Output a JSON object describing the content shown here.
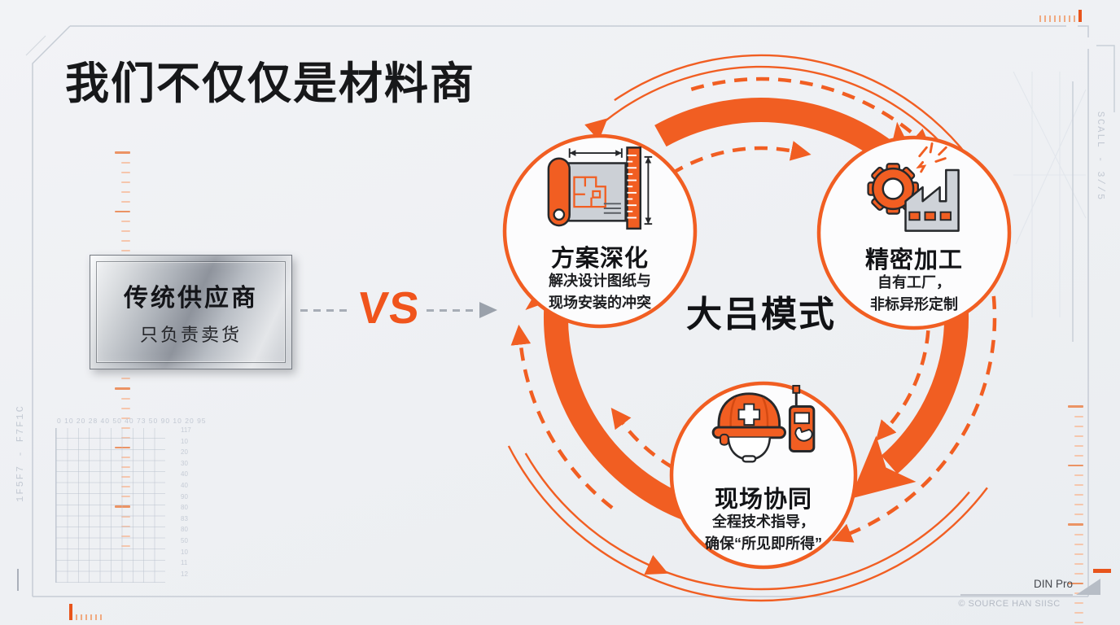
{
  "slide": {
    "title": "我们不仅仅是材料商"
  },
  "comparison": {
    "traditional_title": "传统供应商",
    "traditional_subtitle": "只负责卖货",
    "vs_label": "VS"
  },
  "cycle": {
    "center_label": "大吕模式",
    "nodes": [
      {
        "icon": "blueprint-ruler-icon",
        "title": "方案深化",
        "desc1": "解决设计图纸与",
        "desc2": "现场安装的冲突"
      },
      {
        "icon": "gear-factory-icon",
        "title": "精密加工",
        "desc1": "自有工厂，",
        "desc2": "非标异形定制"
      },
      {
        "icon": "helmet-radio-icon",
        "title": "现场协同",
        "desc1": "全程技术指导，",
        "desc2": "确保“所见即所得”"
      }
    ]
  },
  "footer": {
    "font_note": "DIN Pro",
    "copyright": "© SOURCE HAN SIISC"
  },
  "decor": {
    "left_vertical_label": "1F5F7 - F7F1C",
    "right_vertical_label": "SCALL - 3//5",
    "grid_top_labels": "0 10 20 28 40 50 40 73 50 90 10 20 95",
    "grid_right_labels": [
      "117",
      "10",
      "20",
      "30",
      "40",
      "40",
      "90",
      "80",
      "83",
      "80",
      "50",
      "10",
      "11",
      "12"
    ],
    "accent_color": "#F15E22"
  }
}
